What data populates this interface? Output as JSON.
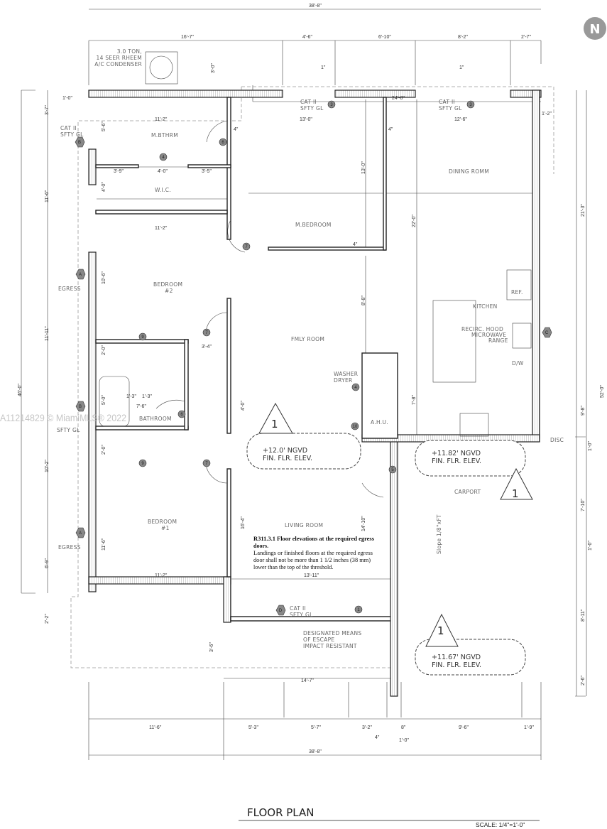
{
  "title": "FLOOR PLAN",
  "scale": "SCALE: 1/4\"=1'-0\"",
  "watermark": "A11214829 © MiamiMLS® 2022",
  "north": "N",
  "condenser": [
    "3.0 TON,",
    "14 SEER RHEEM",
    "A/C CONDENSER"
  ],
  "cat": [
    "CAT II",
    "SFTY GL"
  ],
  "rooms": {
    "mbath": "M.BTHRM",
    "wic": "W.I.C.",
    "mbed": "M.BEDROOM",
    "dining": "DINING ROMM",
    "bed2": "BEDROOM",
    "bed2n": "#2",
    "egress": "EGRESS",
    "family": "FMLY ROOM",
    "kitchen": "KITCHEN",
    "ref": "REF.",
    "hood": "RECIRC. HOOD",
    "micro": "MICROWAVE",
    "range": "RANGE",
    "dw": "D/W",
    "washer": "WASHER",
    "dryer": "DRYER",
    "ahu": "A.H.U.",
    "bath": "BATHROOM",
    "carport": "CARPORT",
    "living": "LIVING ROOM",
    "bed1": "BEDROOM",
    "bed1n": "#1",
    "slope": "Slope 1/8\"xFT",
    "disc": "DISC"
  },
  "escape": [
    "DESIGNATED MEANS",
    "OF ESCAPE",
    "IMPACT RESISTANT"
  ],
  "elevations": {
    "e1": "+12.0' NGVD",
    "e2": "+11.82' NGVD",
    "e3": "+11.67' NGVD",
    "fin": "FIN. FLR. ELEV.",
    "marker": "1"
  },
  "note": {
    "heading": "R311.3.1 Floor elevations at the required egress",
    "heading2": "doors.",
    "lines": [
      "Landings or finished floors at the required egress",
      "door shall not be more than 1 1/2 inches (38 mm)",
      "lower than the top of the threshold."
    ]
  },
  "tags": {
    "A": "A",
    "B": "B",
    "C": "C",
    "D": "D",
    "n1": "1",
    "n3": "3",
    "n4": "4",
    "n5": "5",
    "n6": "6",
    "n7": "7",
    "n9": "9",
    "n10": "10"
  },
  "dims": {
    "top": [
      "38'-8\"",
      "16'-7\"",
      "4'-6\"",
      "6'-10\"",
      "8'-2\"",
      "2'-7\"",
      "24'-8\"",
      "3'-0\"",
      "1\"",
      "1'-2\"",
      "1'-0\"",
      "1'-2\""
    ],
    "left": [
      "3'-7\"",
      "11'-6\"",
      "11'-11\"",
      "46'-0\"",
      "10'-2\"",
      "6'-9\"",
      "2'-2\""
    ],
    "right": [
      "21'-3\"",
      "52'-0\"",
      "9'-8\"",
      "1'-0\"",
      "7'-10\"",
      "8'-11\"",
      "2'-6\""
    ],
    "inner": [
      "11'-2\"",
      "13'-0\"",
      "12'-6\"",
      "4\"",
      "3'-9\"",
      "4'-0\"",
      "3'-5\"",
      "5'-6\"",
      "22'-0\"",
      "8'-8\"",
      "3'-4\"",
      "2'-0\"",
      "7'-6\"",
      "1'-3\"",
      "5'-0\"",
      "16'-4\"",
      "14'-10\"",
      "13'-11\"",
      "14'-7\"",
      "3'-6\"",
      "10'-6\"",
      "7'-8\""
    ],
    "bottom": [
      "11'-6\"",
      "5'-3\"",
      "5'-7\"",
      "3'-2\"",
      "8\"",
      "9'-6\"",
      "1'-9\"",
      "4\"",
      "1'-0\"",
      "38'-8\""
    ]
  }
}
